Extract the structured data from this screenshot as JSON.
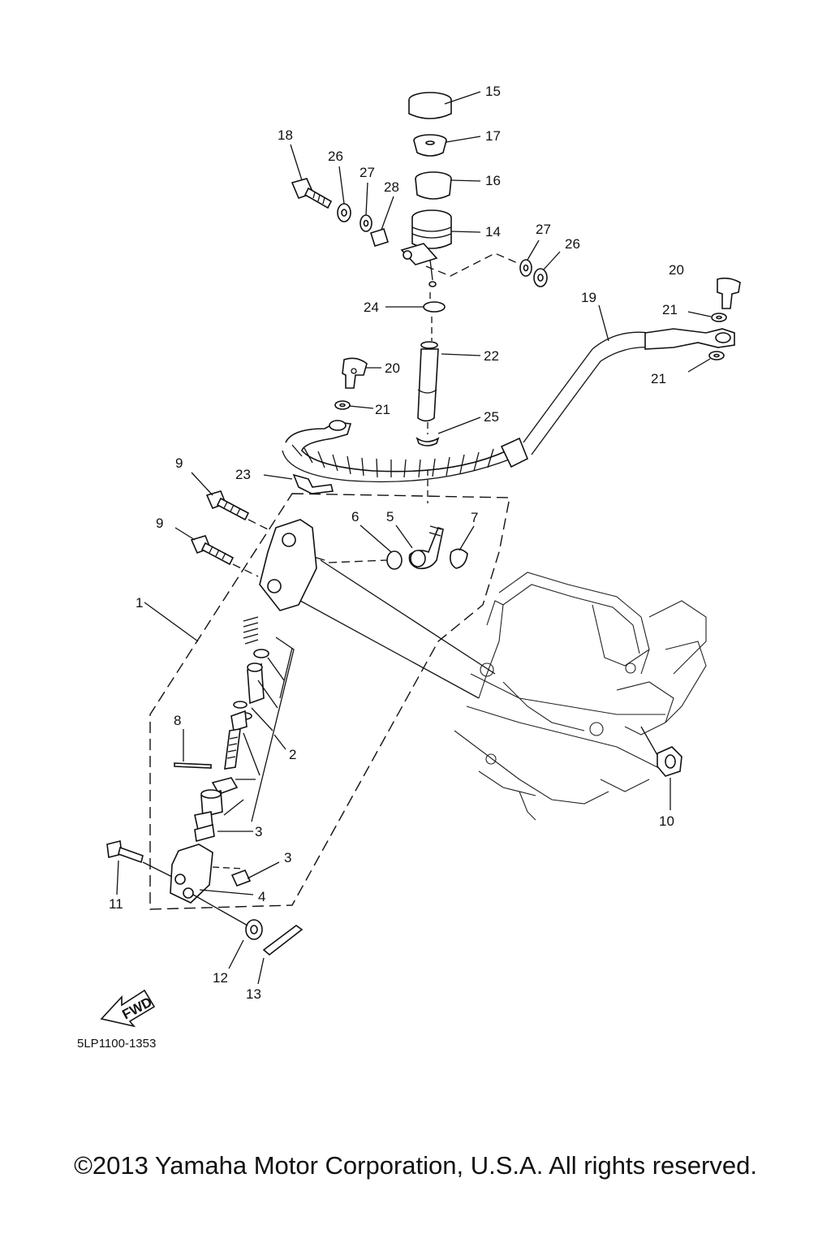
{
  "diagram": {
    "part_code": "5LP1100-1353",
    "fwd_label": "FWD",
    "copyright": "©2013 Yamaha Motor Corporation, U.S.A. All rights reserved.",
    "callouts": [
      "1",
      "2",
      "3",
      "3",
      "4",
      "5",
      "6",
      "7",
      "8",
      "9",
      "9",
      "10",
      "11",
      "12",
      "13",
      "14",
      "15",
      "16",
      "17",
      "18",
      "19",
      "20",
      "20",
      "21",
      "21",
      "21",
      "22",
      "23",
      "24",
      "25",
      "26",
      "26",
      "27",
      "27",
      "28"
    ]
  }
}
